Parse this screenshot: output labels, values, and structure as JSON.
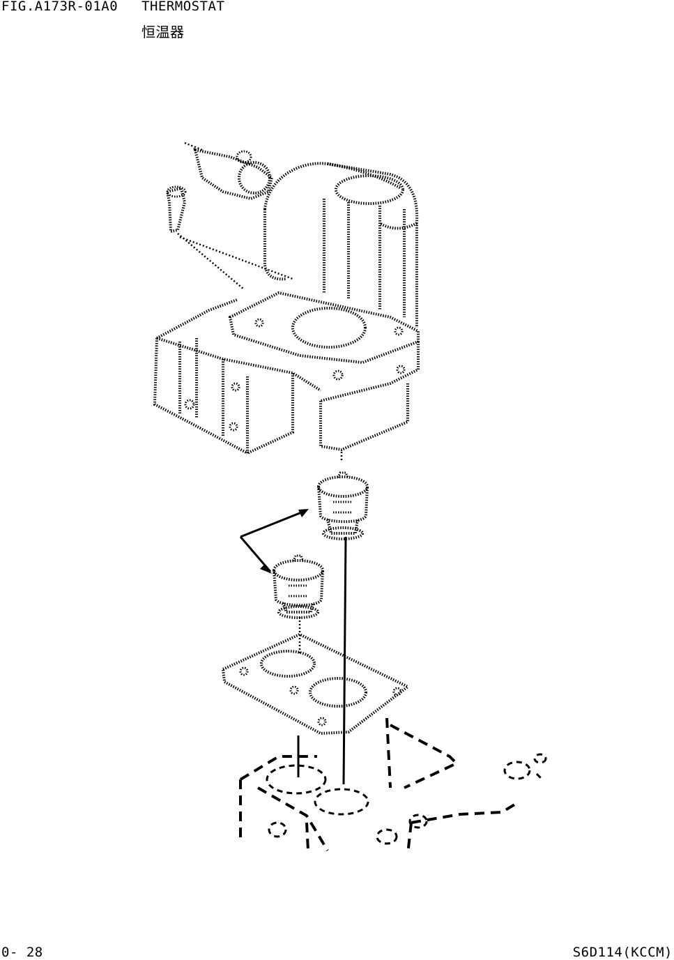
{
  "header": {
    "figure_code": "FIG.A173R-01A0",
    "title": "THERMOSTAT",
    "subtitle": "恒温器"
  },
  "footer": {
    "page_number": "0- 28",
    "model": "S6D114(KCCM)"
  }
}
